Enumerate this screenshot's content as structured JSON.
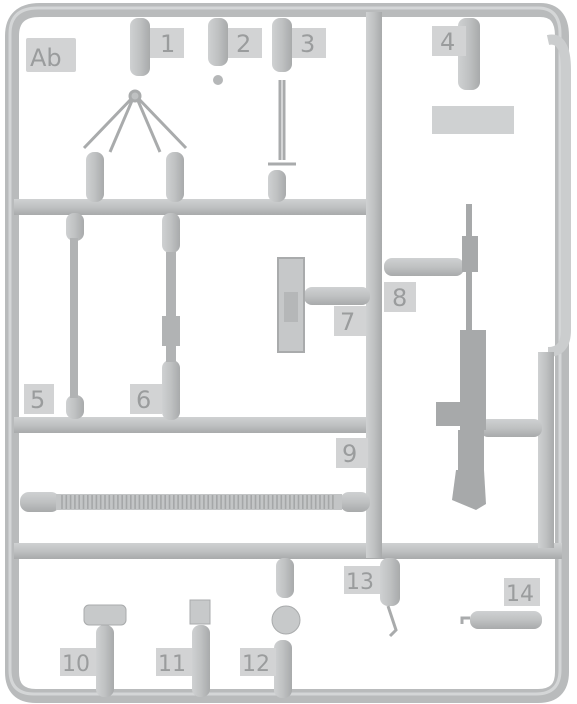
{
  "sprue": {
    "code": "Ab",
    "part_labels": [
      "1",
      "2",
      "3",
      "4",
      "5",
      "6",
      "7",
      "8",
      "9",
      "10",
      "11",
      "12",
      "13",
      "14"
    ],
    "colors": {
      "plastic": "#bfc1c2",
      "plastic_dark": "#a9abac",
      "tab": "#d2d3d4",
      "label": "#9a9c9d",
      "background": "#ffffff"
    }
  }
}
